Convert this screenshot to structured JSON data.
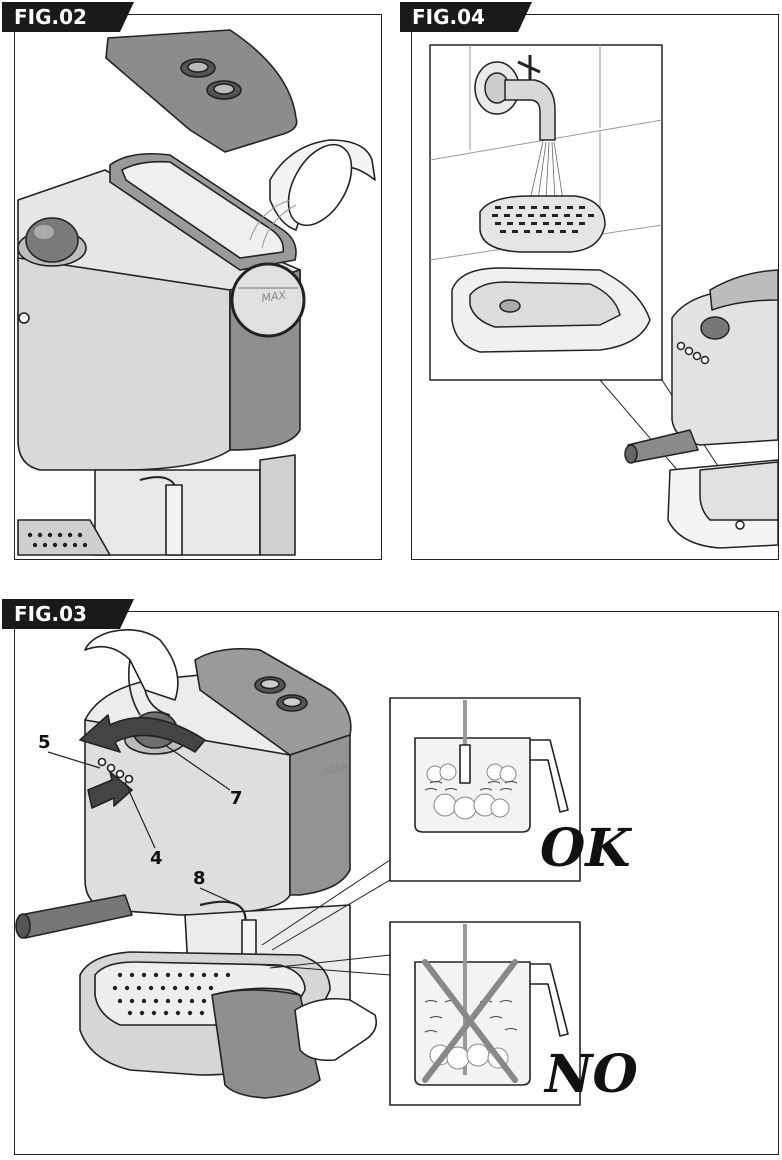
{
  "figures": {
    "fig02": {
      "label": "FIG.02",
      "max_mark": "MAX"
    },
    "fig04": {
      "label": "FIG.04"
    },
    "fig03": {
      "label": "FIG.03",
      "max_mark": "MAX",
      "callouts": [
        "5",
        "7",
        "4",
        "8"
      ],
      "ok_label": "OK",
      "no_label": "NO"
    }
  },
  "colors": {
    "tag_bg": "#1a1a1a",
    "body_grey": "#d8d8d8",
    "dark_grey": "#8a8a8a",
    "outline": "#222222"
  }
}
